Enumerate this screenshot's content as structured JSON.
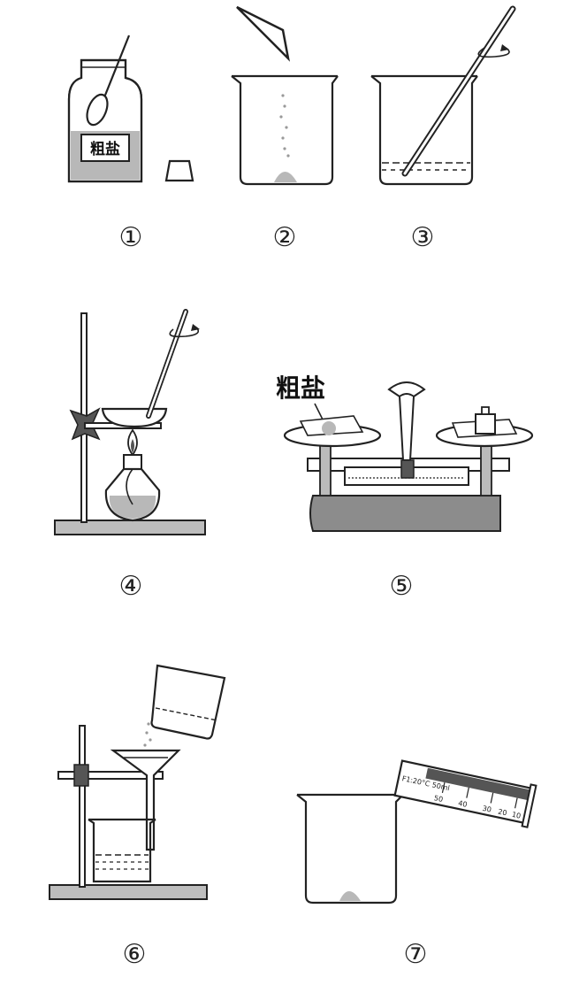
{
  "labels": {
    "step1": "①",
    "step2": "②",
    "step3": "③",
    "step4": "④",
    "step5": "⑤",
    "step6": "⑥",
    "step7": "⑦"
  },
  "jar_label": "粗盐",
  "balance_label": "粗盐",
  "cylinder_marks": [
    "50",
    "40",
    "30",
    "20",
    "10"
  ],
  "cylinder_scale_text": "F1:20°C 50ml"
}
